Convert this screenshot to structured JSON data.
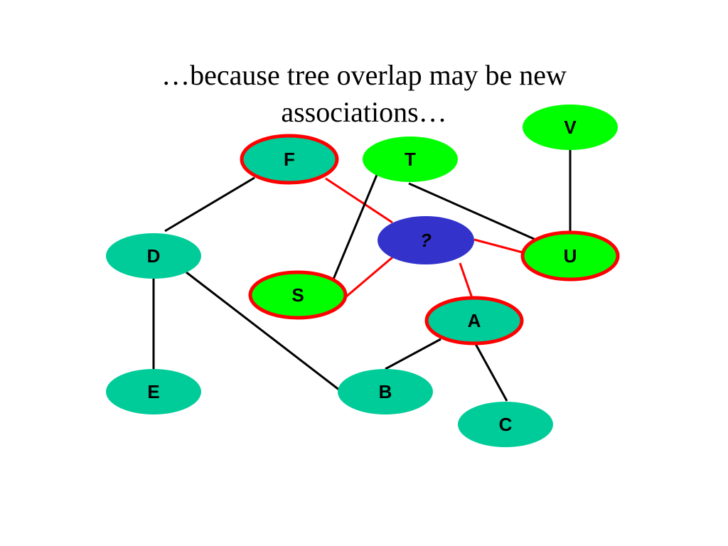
{
  "slide": {
    "title_line1": "…because tree overlap may be new",
    "title_line2": "associations…"
  },
  "colors": {
    "teal": "#00cc99",
    "green": "#00ff00",
    "blue": "#3333cc",
    "highlight_red": "#ff0000",
    "edge_black": "#000000"
  },
  "nodes": [
    {
      "id": "F",
      "label": "F",
      "fill": "teal",
      "highlighted": true
    },
    {
      "id": "T",
      "label": "T",
      "fill": "green",
      "highlighted": false
    },
    {
      "id": "V",
      "label": "V",
      "fill": "green",
      "highlighted": false
    },
    {
      "id": "Q",
      "label": "?",
      "fill": "blue",
      "highlighted": false
    },
    {
      "id": "D",
      "label": "D",
      "fill": "teal",
      "highlighted": false
    },
    {
      "id": "U",
      "label": "U",
      "fill": "green",
      "highlighted": true
    },
    {
      "id": "S",
      "label": "S",
      "fill": "green",
      "highlighted": true
    },
    {
      "id": "A",
      "label": "A",
      "fill": "teal",
      "highlighted": true
    },
    {
      "id": "E",
      "label": "E",
      "fill": "teal",
      "highlighted": false
    },
    {
      "id": "B",
      "label": "B",
      "fill": "teal",
      "highlighted": false
    },
    {
      "id": "C",
      "label": "C",
      "fill": "teal",
      "highlighted": false
    }
  ],
  "edges": [
    {
      "from": "F",
      "to": "D",
      "color": "edge_black"
    },
    {
      "from": "F",
      "to": "Q",
      "color": "highlight_red"
    },
    {
      "from": "T",
      "to": "S",
      "color": "edge_black"
    },
    {
      "from": "T",
      "to": "U",
      "color": "edge_black"
    },
    {
      "from": "V",
      "to": "U",
      "color": "edge_black"
    },
    {
      "from": "Q",
      "to": "U",
      "color": "highlight_red"
    },
    {
      "from": "Q",
      "to": "S",
      "color": "highlight_red"
    },
    {
      "from": "Q",
      "to": "A",
      "color": "highlight_red"
    },
    {
      "from": "D",
      "to": "E",
      "color": "edge_black"
    },
    {
      "from": "D",
      "to": "B",
      "color": "edge_black"
    },
    {
      "from": "A",
      "to": "B",
      "color": "edge_black"
    },
    {
      "from": "A",
      "to": "C",
      "color": "edge_black"
    }
  ]
}
